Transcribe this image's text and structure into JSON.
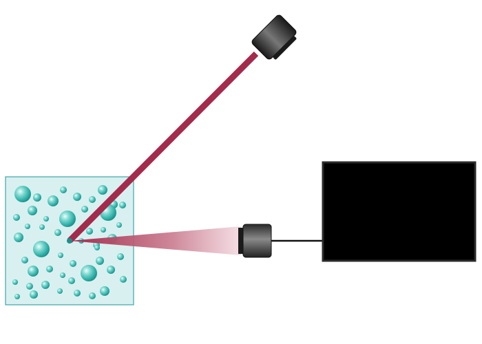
{
  "diagram": {
    "components": {
      "laser_source": "laser-source",
      "laser_beam": "laser-beam",
      "sample_cell": "sample-cell-with-particles",
      "scattered_light": "scattered-light-cone",
      "detector": "detector",
      "cable": "detector-cable",
      "analyzer": "analyzer-box"
    },
    "colors": {
      "beam": "#a32b4c",
      "sample_fill": "#d9f0f0",
      "sample_border": "#3aa7a7",
      "particle_light": "#bff0ec",
      "particle_mid": "#3dbfb5",
      "particle_dark": "#1c8f88",
      "device_dark": "#141414",
      "device_light": "#8a8a8a",
      "analyzer_fill": "#000000",
      "analyzer_border": "#2a2a2a",
      "cable": "#111111"
    }
  }
}
